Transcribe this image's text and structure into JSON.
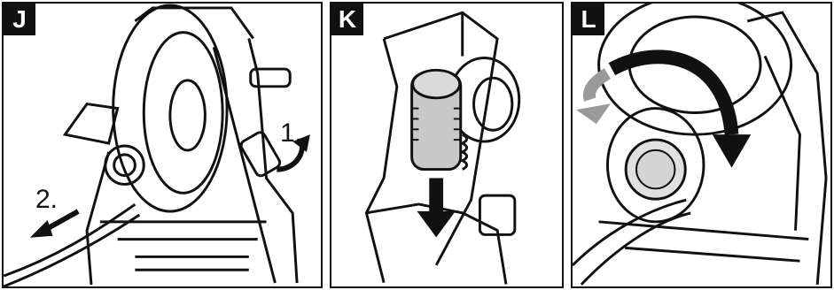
{
  "panels": [
    {
      "letter": "J",
      "steps": [
        "1.",
        "2."
      ]
    },
    {
      "letter": "K"
    },
    {
      "letter": "L"
    }
  ]
}
